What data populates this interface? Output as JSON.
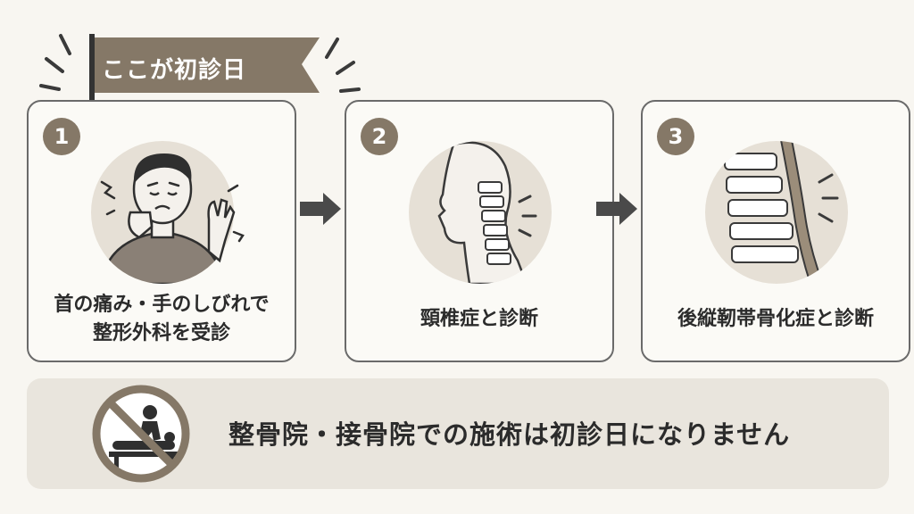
{
  "banner": {
    "label": "ここが初診日"
  },
  "steps": [
    {
      "number": "1",
      "caption_line1": "首の痛み・手のしびれで",
      "caption_line2": "整形外科を受診"
    },
    {
      "number": "2",
      "caption_line1": "頸椎症と診断"
    },
    {
      "number": "3",
      "caption_line1": "後縦靭帯骨化症と診断"
    }
  ],
  "notice": {
    "text": "整骨院・接骨院での施術は初診日になりません"
  },
  "colors": {
    "accent": "#857867",
    "card_border": "#6a6a6a",
    "arrow": "#4a4a4a",
    "background": "#f8f6f1",
    "notice_bg": "#e9e5dd",
    "illustration_bg": "#e6e0d6"
  }
}
